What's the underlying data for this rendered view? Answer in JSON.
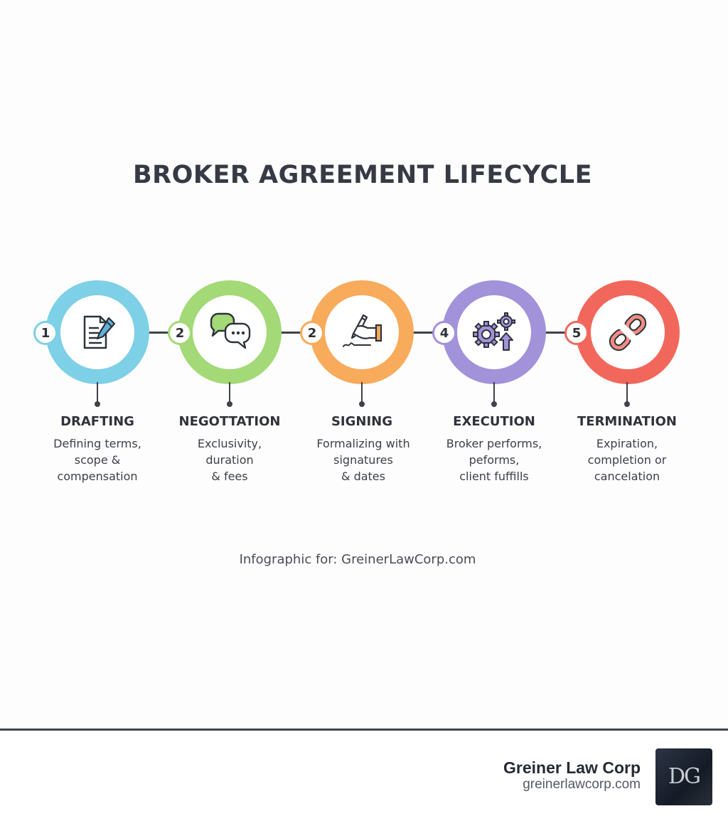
{
  "title": "BROKER AGREEMENT LIFECYCLE",
  "steps": [
    {
      "number": "1",
      "label": "DRAFTING",
      "desc": [
        "Defining terms,",
        "scope &",
        "compensation"
      ],
      "color": "#7dd0e6",
      "icon": "document-pen-icon"
    },
    {
      "number": "2",
      "label": "NEGOTTATION",
      "desc": [
        "Exclusivity,",
        "duration",
        "& fees"
      ],
      "color": "#a3d977",
      "icon": "speech-bubbles-icon"
    },
    {
      "number": "2",
      "label": "SIGNING",
      "desc": [
        "Formalizing with",
        "signatures",
        "& dates"
      ],
      "color": "#f7ab5b",
      "icon": "hand-signing-icon"
    },
    {
      "number": "4",
      "label": "EXECUTION",
      "desc": [
        "Broker performs,",
        "peforms,",
        "client fuffills"
      ],
      "color": "#a292da",
      "icon": "gears-arrow-icon"
    },
    {
      "number": "5",
      "label": "TERMINATION",
      "desc": [
        "Expiration,",
        "completion or",
        "cancelation"
      ],
      "color": "#f2675c",
      "icon": "broken-link-icon"
    }
  ],
  "caption": "Infographic for: GreinerLawCorp.com",
  "footer": {
    "brand_name": "Greiner Law Corp",
    "brand_url": "greinerlawcorp.com",
    "logo_text": "DG"
  }
}
